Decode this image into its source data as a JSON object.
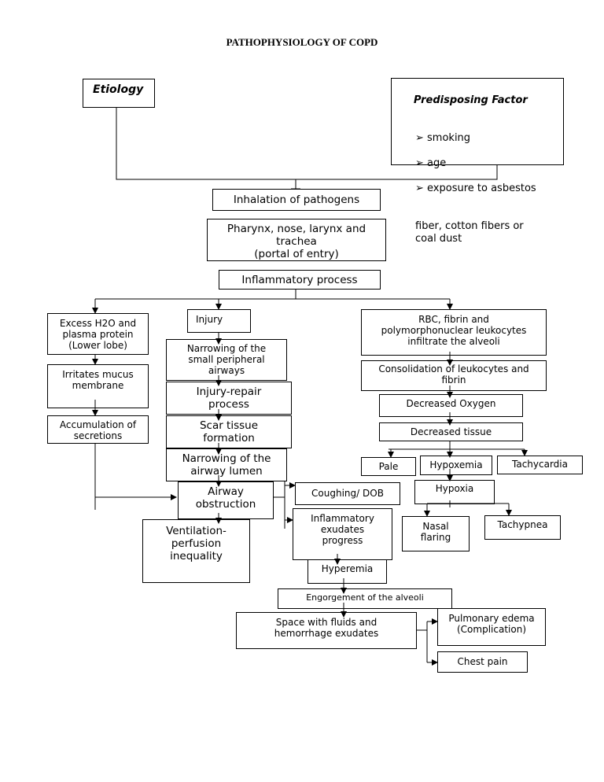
{
  "title": "PATHOPHYSIOLOGY OF COPD",
  "etiology": "Etiology",
  "predisposing": {
    "heading": "Predisposing Factor",
    "items": [
      "smoking",
      "age",
      "exposure to asbestos"
    ],
    "continuation": "fiber, cotton fibers or\ncoal dust"
  },
  "nodes": {
    "inhalation": "Inhalation of pathogens",
    "portal": "Pharynx, nose, larynx and\ntrachea\n(portal of entry)",
    "inflammatory_process": "Inflammatory process",
    "excess_h2o": "Excess H2O and\nplasma protein\n(Lower lobe)",
    "irritates": "Irritates mucus\nmembrane",
    "accumulation": "Accumulation of\nsecretions",
    "injury": "Injury",
    "narrowing_small": "Narrowing of the\nsmall peripheral\nairways",
    "injury_repair": "Injury-repair\nprocess",
    "scar": "Scar tissue\nformation",
    "narrowing_lumen": "Narrowing of the\nairway lumen",
    "airway_obstruction": "Airway\nobstruction",
    "ventilation": "Ventilation-\nperfusion\ninequality",
    "rbc": "RBC, fibrin and\npolymorphonuclear leukocytes\ninfiltrate the alveoli",
    "consolidation": "Consolidation of leukocytes and\nfibrin",
    "decreased_oxygen": "Decreased Oxygen",
    "decreased_tissue": "Decreased tissue",
    "pale": "Pale",
    "hypoxemia": "Hypoxemia",
    "tachycardia": "Tachycardia",
    "hypoxia": "Hypoxia",
    "nasal_flaring": "Nasal\nflaring",
    "tachypnea": "Tachypnea",
    "coughing": "Coughing/ DOB",
    "inflammatory_exudates": "Inflammatory\nexudates\nprogress",
    "hyperemia": "Hyperemia",
    "engorgement": "Engorgement of the alveoli",
    "space": "Space with fluids and\nhemorrhage exudates",
    "pulmonary_edema": "Pulmonary edema\n(Complication)",
    "chest_pain": "Chest pain"
  }
}
